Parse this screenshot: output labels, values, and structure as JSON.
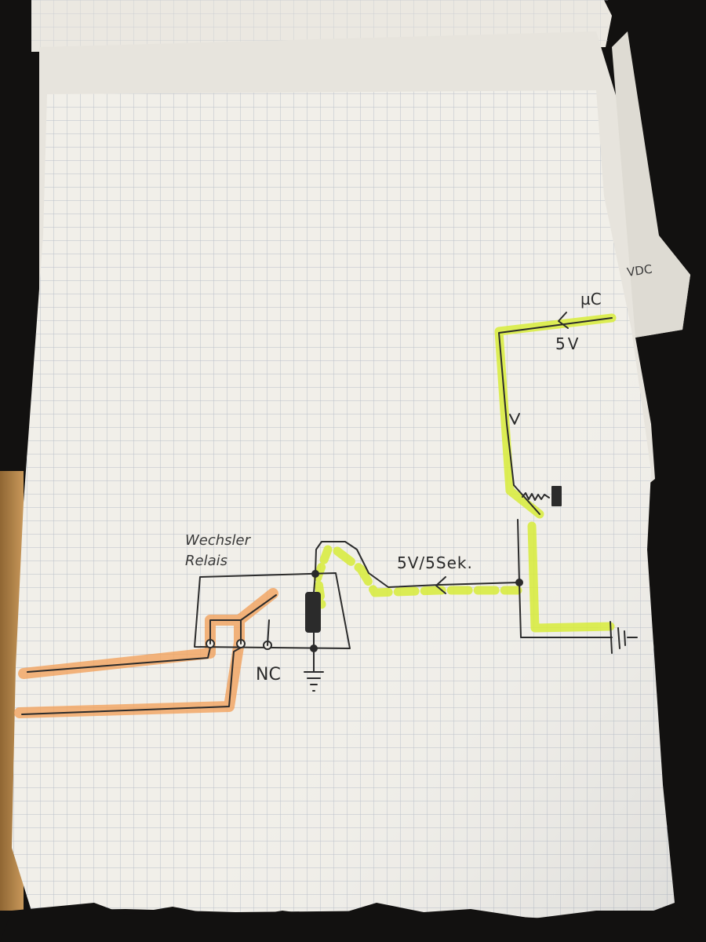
{
  "labels": {
    "vdc": "VDC",
    "uc": "µC",
    "v5": "5V",
    "timing": "5V/5Sek.",
    "relay_line1": "Wechsler",
    "relay_line2": "Relais",
    "nc": "NC"
  },
  "colors": {
    "background": "#121110",
    "paper": "#f1efe9",
    "grid": "#b9bfc9",
    "ink": "#2b2b2b",
    "highlight_yellow": "#d8ec3a",
    "highlight_orange": "#f2a25e",
    "wood": "#b98a4e"
  },
  "icons": [
    "ground-symbol",
    "switch-symbol",
    "battery-symbol",
    "relay-coil-symbol",
    "arrow-icon"
  ]
}
